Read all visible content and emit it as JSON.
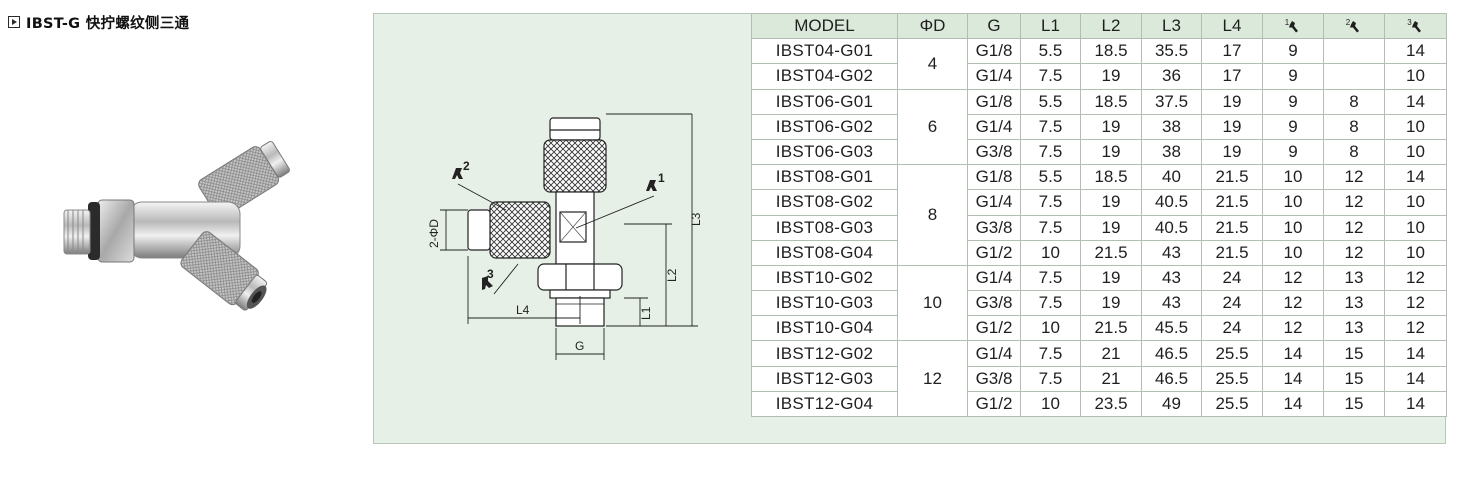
{
  "title": "IBST-G 快拧螺纹侧三通",
  "drawing_labels": {
    "dim_2phiD": "2-ΦD",
    "dim_L1": "L1",
    "dim_L2": "L2",
    "dim_L3": "L3",
    "dim_L4": "L4",
    "dim_G": "G",
    "wrench_1": "1",
    "wrench_2": "2",
    "wrench_3": "3"
  },
  "table": {
    "headers": {
      "model": "MODEL",
      "phid": "ΦD",
      "g": "G",
      "l1": "L1",
      "l2": "L2",
      "l3": "L3",
      "l4": "L4",
      "w1": "1",
      "w2": "2",
      "w3": "3"
    },
    "groups": [
      {
        "phid": "4",
        "rows": [
          {
            "model": "IBST04-G01",
            "g": "G1/8",
            "l1": "5.5",
            "l2": "18.5",
            "l3": "35.5",
            "l4": "17",
            "w1": "9",
            "w2": "",
            "w3": "14"
          },
          {
            "model": "IBST04-G02",
            "g": "G1/4",
            "l1": "7.5",
            "l2": "19",
            "l3": "36",
            "l4": "17",
            "w1": "9",
            "w2": "",
            "w3": "10"
          }
        ]
      },
      {
        "phid": "6",
        "rows": [
          {
            "model": "IBST06-G01",
            "g": "G1/8",
            "l1": "5.5",
            "l2": "18.5",
            "l3": "37.5",
            "l4": "19",
            "w1": "9",
            "w2": "8",
            "w3": "14"
          },
          {
            "model": "IBST06-G02",
            "g": "G1/4",
            "l1": "7.5",
            "l2": "19",
            "l3": "38",
            "l4": "19",
            "w1": "9",
            "w2": "8",
            "w3": "10"
          },
          {
            "model": "IBST06-G03",
            "g": "G3/8",
            "l1": "7.5",
            "l2": "19",
            "l3": "38",
            "l4": "19",
            "w1": "9",
            "w2": "8",
            "w3": "10"
          }
        ]
      },
      {
        "phid": "8",
        "rows": [
          {
            "model": "IBST08-G01",
            "g": "G1/8",
            "l1": "5.5",
            "l2": "18.5",
            "l3": "40",
            "l4": "21.5",
            "w1": "10",
            "w2": "12",
            "w3": "14"
          },
          {
            "model": "IBST08-G02",
            "g": "G1/4",
            "l1": "7.5",
            "l2": "19",
            "l3": "40.5",
            "l4": "21.5",
            "w1": "10",
            "w2": "12",
            "w3": "10"
          },
          {
            "model": "IBST08-G03",
            "g": "G3/8",
            "l1": "7.5",
            "l2": "19",
            "l3": "40.5",
            "l4": "21.5",
            "w1": "10",
            "w2": "12",
            "w3": "10"
          },
          {
            "model": "IBST08-G04",
            "g": "G1/2",
            "l1": "10",
            "l2": "21.5",
            "l3": "43",
            "l4": "21.5",
            "w1": "10",
            "w2": "12",
            "w3": "10"
          }
        ]
      },
      {
        "phid": "10",
        "rows": [
          {
            "model": "IBST10-G02",
            "g": "G1/4",
            "l1": "7.5",
            "l2": "19",
            "l3": "43",
            "l4": "24",
            "w1": "12",
            "w2": "13",
            "w3": "12"
          },
          {
            "model": "IBST10-G03",
            "g": "G3/8",
            "l1": "7.5",
            "l2": "19",
            "l3": "43",
            "l4": "24",
            "w1": "12",
            "w2": "13",
            "w3": "12"
          },
          {
            "model": "IBST10-G04",
            "g": "G1/2",
            "l1": "10",
            "l2": "21.5",
            "l3": "45.5",
            "l4": "24",
            "w1": "12",
            "w2": "13",
            "w3": "12"
          }
        ]
      },
      {
        "phid": "12",
        "rows": [
          {
            "model": "IBST12-G02",
            "g": "G1/4",
            "l1": "7.5",
            "l2": "21",
            "l3": "46.5",
            "l4": "25.5",
            "w1": "14",
            "w2": "15",
            "w3": "14"
          },
          {
            "model": "IBST12-G03",
            "g": "G3/8",
            "l1": "7.5",
            "l2": "21",
            "l3": "46.5",
            "l4": "25.5",
            "w1": "14",
            "w2": "15",
            "w3": "14"
          },
          {
            "model": "IBST12-G04",
            "g": "G1/2",
            "l1": "10",
            "l2": "23.5",
            "l3": "49",
            "l4": "25.5",
            "w1": "14",
            "w2": "15",
            "w3": "14"
          }
        ]
      }
    ]
  },
  "colors": {
    "panel_bg": "#e7f0e6",
    "header_bg": "#dbe9da",
    "grid_line": "#b3beb3"
  }
}
